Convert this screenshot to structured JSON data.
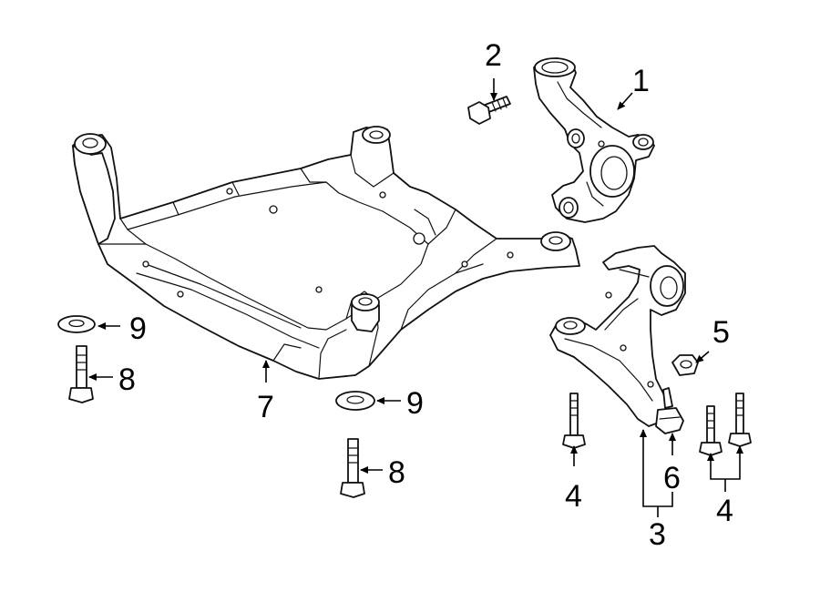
{
  "callouts": {
    "c1": "1",
    "c2": "2",
    "c3": "3",
    "c4a": "4",
    "c4b": "4",
    "c5": "5",
    "c6": "6",
    "c7": "7",
    "c8a": "8",
    "c8b": "8",
    "c9a": "9",
    "c9b": "9"
  }
}
